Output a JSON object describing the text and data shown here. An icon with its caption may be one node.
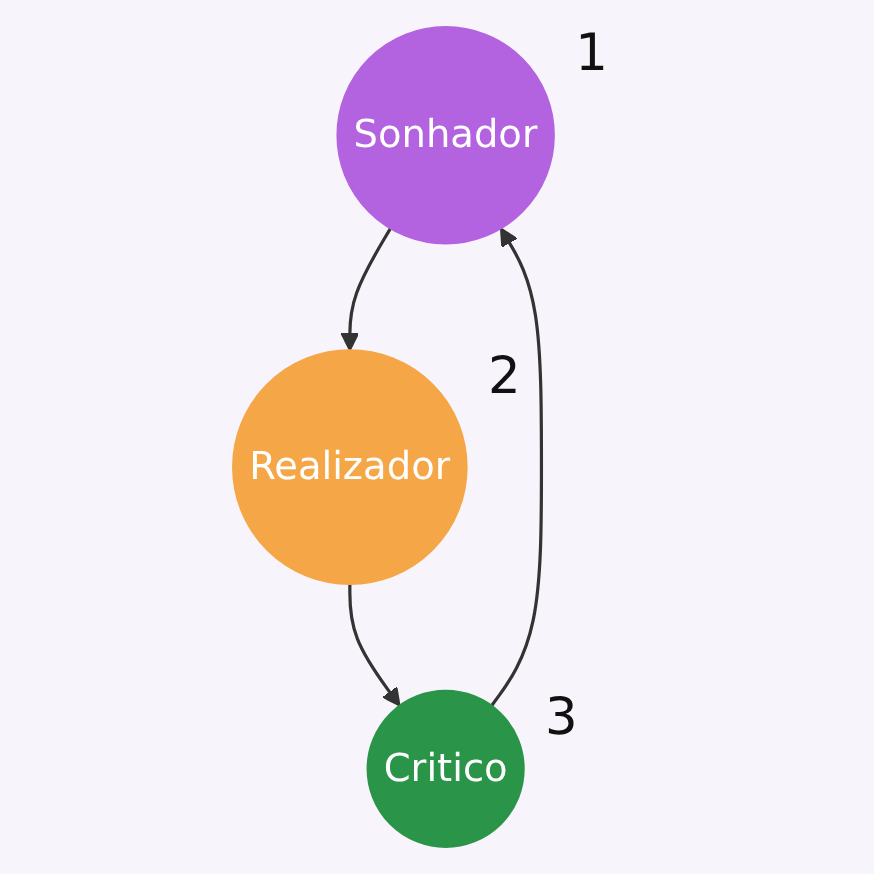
{
  "diagram": {
    "nodes": [
      {
        "text": [
          "Sonhador"
        ],
        "beside": [
          "1"
        ]
      },
      {
        "text": [
          "Realizador"
        ],
        "beside": [
          "2"
        ]
      },
      {
        "text": [
          "Critico"
        ],
        "beside": [
          "3"
        ]
      }
    ],
    "edges": [
      {
        "from": 0,
        "to": 1,
        "arrow": "to"
      },
      {
        "from": 1,
        "to": 2,
        "arrow": "to"
      },
      {
        "from": 2,
        "to": 0,
        "arrow": "to"
      }
    ]
  }
}
